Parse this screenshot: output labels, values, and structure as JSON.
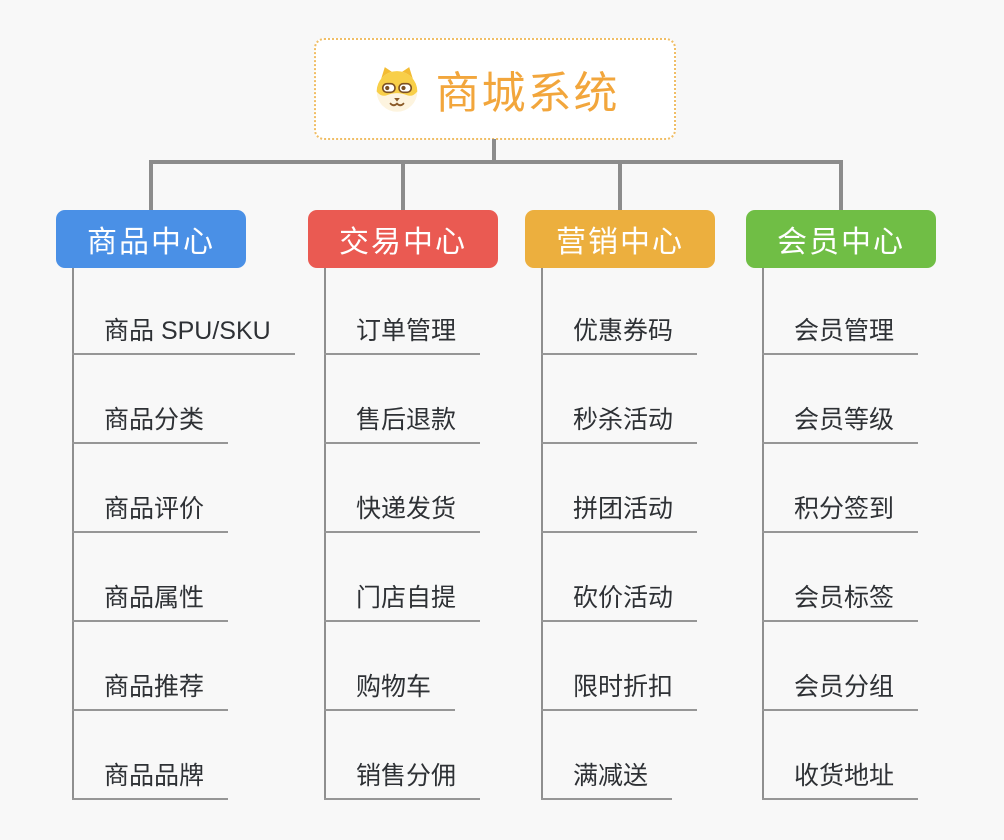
{
  "page": {
    "background": "#F8F8F8",
    "connector_color": "#8C8C8C",
    "underline_color": "#969696"
  },
  "root": {
    "title": "商城系统",
    "title_color": "#F2A63C",
    "border_color": "#F0BE66",
    "icon": "dog-face-icon"
  },
  "branches": [
    {
      "label": "商品中心",
      "color": "#4A90E6",
      "items": [
        "商品 SPU/SKU",
        "商品分类",
        "商品评价",
        "商品属性",
        "商品推荐",
        "商品品牌"
      ]
    },
    {
      "label": "交易中心",
      "color": "#EA5A52",
      "items": [
        "订单管理",
        "售后退款",
        "快递发货",
        "门店自提",
        "购物车",
        "销售分佣"
      ]
    },
    {
      "label": "营销中心",
      "color": "#ECAF3E",
      "items": [
        "优惠券码",
        "秒杀活动",
        "拼团活动",
        "砍价活动",
        "限时折扣",
        "满减送"
      ]
    },
    {
      "label": "会员中心",
      "color": "#70BE45",
      "items": [
        "会员管理",
        "会员等级",
        "积分签到",
        "会员标签",
        "会员分组",
        "收货地址"
      ]
    }
  ]
}
